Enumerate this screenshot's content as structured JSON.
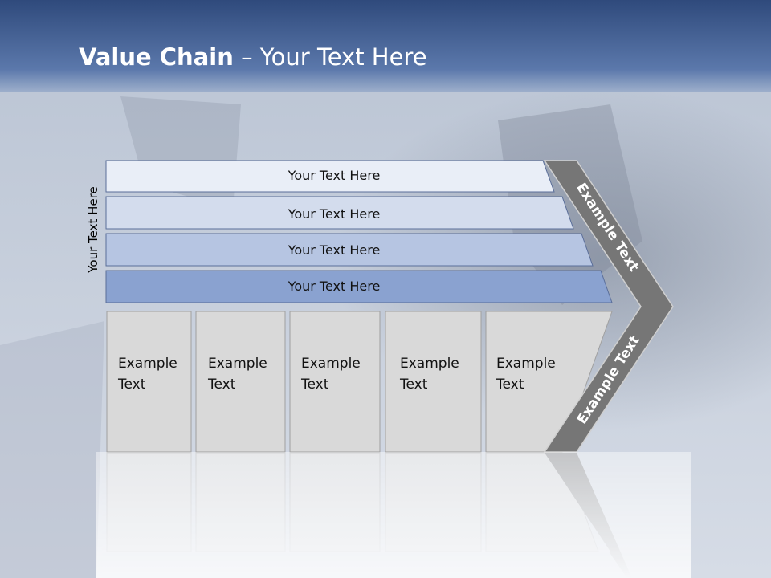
{
  "slide": {
    "title_bold": "Value Chain",
    "title_rest": " – Your Text Here",
    "side_label": "Your Text Here"
  },
  "bars": [
    {
      "label": "Your Text Here"
    },
    {
      "label": "Your Text Here"
    },
    {
      "label": "Your Text Here"
    },
    {
      "label": "Your Text Here"
    }
  ],
  "boxes": [
    {
      "line1": "Example",
      "line2": "Text"
    },
    {
      "line1": "Example",
      "line2": "Text"
    },
    {
      "line1": "Example",
      "line2": "Text"
    },
    {
      "line1": "Example",
      "line2": "Text"
    },
    {
      "line1": "Example",
      "line2": "Text"
    }
  ],
  "arrow": {
    "upper_label": "Example Text",
    "lower_label": "Example Text"
  },
  "colors": {
    "header": "#3d5a8c",
    "bar1": "#e9eef7",
    "bar2": "#d3dced",
    "bar3": "#b6c5e2",
    "bar4": "#8aa2d0",
    "box": "#d9d9d9",
    "arrow": "#767676"
  }
}
